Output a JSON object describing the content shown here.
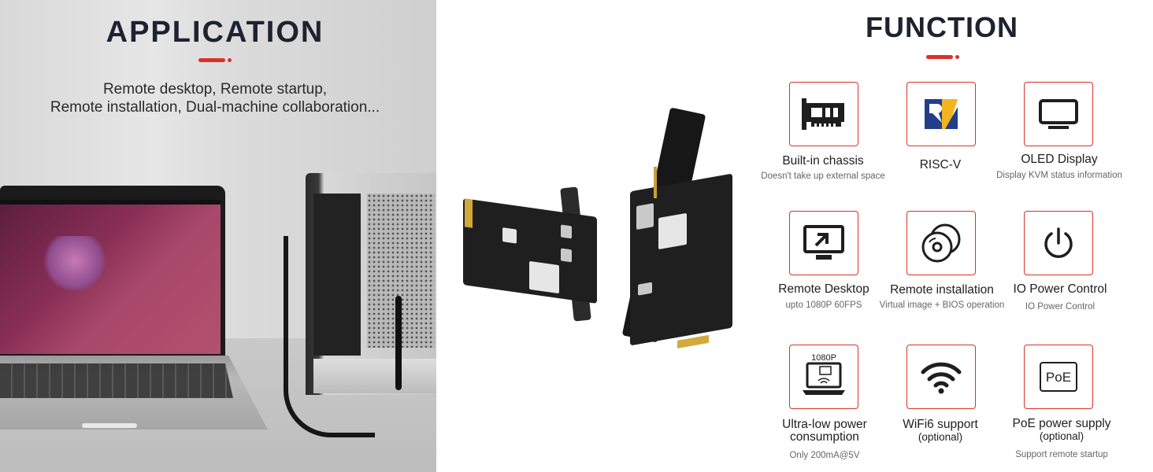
{
  "application": {
    "title": "APPLICATION",
    "description_line1": "Remote desktop, Remote startup,",
    "description_line2": "Remote installation, Dual-machine collaboration..."
  },
  "function": {
    "title": "FUNCTION",
    "features": [
      {
        "title": "Built-in chassis",
        "subtitle": "Doesn't take up external space",
        "icon": "pcie-card-icon"
      },
      {
        "title": "RISC-V",
        "subtitle": "",
        "icon": "risc-v-logo-icon"
      },
      {
        "title": "OLED Display",
        "subtitle": "Display KVM status information",
        "icon": "monitor-icon"
      },
      {
        "title": "Remote Desktop",
        "subtitle": "upto 1080P 60FPS",
        "icon": "remote-desktop-icon"
      },
      {
        "title": "Remote installation",
        "subtitle": "Virtual image + BIOS operation",
        "icon": "discs-icon"
      },
      {
        "title": "IO Power Control",
        "subtitle": "IO Power Control",
        "icon": "power-icon"
      },
      {
        "title_line1": "Ultra-low power",
        "title_line2": "consumption",
        "subtitle": "Only 200mA@5V",
        "icon": "laptop-wifi-icon",
        "badge": "1080P"
      },
      {
        "title": "WiFi6 support",
        "optional": "(optional)",
        "subtitle": "",
        "icon": "wifi-icon"
      },
      {
        "title": "PoE power supply",
        "optional": "(optional)",
        "subtitle": "Support remote startup",
        "icon": "poe-icon",
        "badge": "PoE"
      }
    ]
  },
  "colors": {
    "accent": "#d9322b",
    "title": "#1e2230"
  }
}
